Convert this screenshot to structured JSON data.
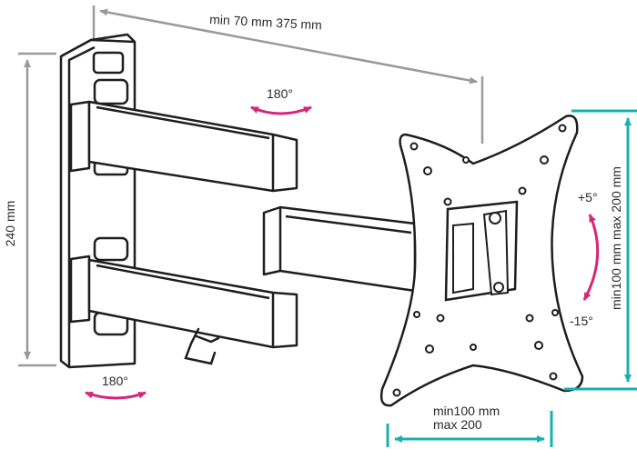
{
  "labels": {
    "depth": "min 70 mm 375 mm",
    "height": "240 mm",
    "vesa_vertical": "min100 mm max 200 mm",
    "vesa_horizontal_min": "min100 mm",
    "vesa_horizontal_max": "max 200",
    "rotation_top": "180°",
    "rotation_bottom": "180°",
    "tilt_up": "+5°",
    "tilt_down": "-15°"
  },
  "colors": {
    "depth_dimension": "#9a9a9a",
    "height_dimension": "#9a9a9a",
    "vesa_dimension": "#1ab0b0",
    "rotation_arrow": "#d6267c",
    "outline": "#1e1e1e"
  }
}
